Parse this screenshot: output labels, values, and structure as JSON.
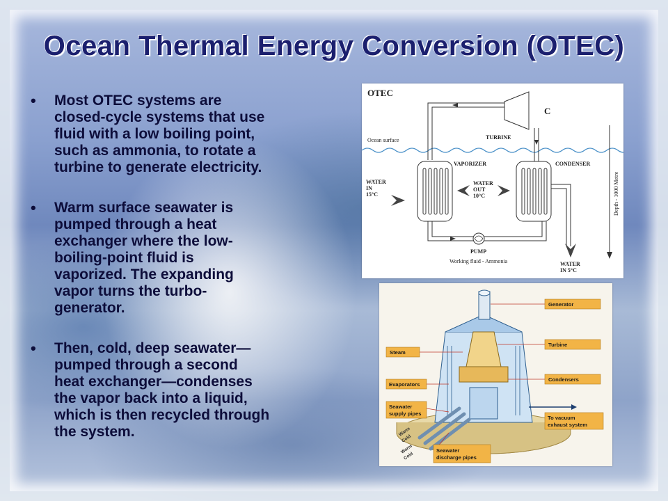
{
  "slide": {
    "title": "Ocean Thermal Energy Conversion (OTEC)",
    "bullets": [
      {
        "lines": [
          "Most OTEC systems are",
          "closed-cycle systems that use",
          "fluid with a low boiling point,",
          "such as ammonia, to rotate a",
          "turbine to generate electricity."
        ]
      },
      {
        "lines": [
          "Warm surface seawater is",
          "pumped through a heat",
          "exchanger where the low-",
          "boiling-point fluid is",
          "vaporized. The expanding",
          "vapor turns the turbo-",
          "generator."
        ]
      },
      {
        "lines": [
          "Then, cold, deep seawater—",
          "pumped through a second",
          "heat exchanger—condenses",
          "the vapor back into a liquid,",
          "which is then recycled through",
          "the system."
        ]
      }
    ]
  },
  "otec_diagram": {
    "heading": "OTEC",
    "ocean_surface": "Ocean surface",
    "turbine": "TURBINE",
    "generator_symbol": "C",
    "vaporizer": "VAPORIZER",
    "condenser": "CONDENSER",
    "water_in_warm": [
      "WATER",
      "IN",
      "15°C"
    ],
    "water_out": [
      "WATER",
      "OUT",
      "10°C"
    ],
    "pump": "PUMP",
    "working_fluid": "Working fluid - Ammonia",
    "water_in_cold": [
      "WATER",
      "IN 5°C"
    ],
    "depth": "Depth - 1000 Metre"
  },
  "plant_diagram": {
    "generator": "Generator",
    "turbine": "Turbine",
    "steam": "Steam",
    "condensers": "Condensers",
    "evaporators": "Evaporators",
    "seawater_supply": [
      "Seawater",
      "supply pipes"
    ],
    "vacuum_exhaust": [
      "To vacuum",
      "exhaust system"
    ],
    "warm": "Warm",
    "cold": "Cold",
    "seawater_discharge": [
      "Seawater",
      "discharge pipes"
    ]
  }
}
